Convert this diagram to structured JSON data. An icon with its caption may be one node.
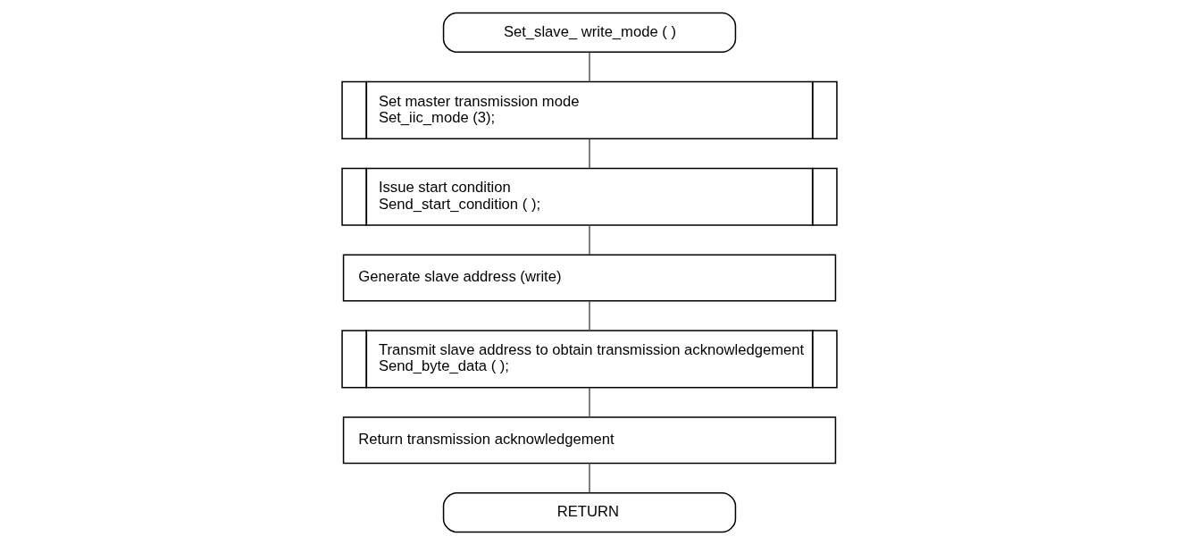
{
  "diagram": {
    "nodes": [
      {
        "text": [
          "Set_slave_ write_mode ( )"
        ]
      },
      {
        "text": [
          "Set master transmission mode",
          "Set_iic_mode (3);"
        ]
      },
      {
        "text": [
          "Issue start condition",
          "Send_start_condition ( );"
        ]
      },
      {
        "text": [
          "Generate slave address (write)"
        ]
      },
      {
        "text": [
          "Transmit slave address to obtain transmission acknowledgement",
          "Send_byte_data ( );"
        ]
      },
      {
        "text": [
          "Return transmission acknowledgement"
        ]
      },
      {
        "text": [
          "RETURN"
        ]
      }
    ],
    "edges": [
      {
        "from": 0,
        "to": 1,
        "arrow": "none"
      },
      {
        "from": 1,
        "to": 2,
        "arrow": "none"
      },
      {
        "from": 2,
        "to": 3,
        "arrow": "none"
      },
      {
        "from": 3,
        "to": 4,
        "arrow": "none"
      },
      {
        "from": 4,
        "to": 5,
        "arrow": "none"
      },
      {
        "from": 5,
        "to": 6,
        "arrow": "none"
      }
    ]
  }
}
